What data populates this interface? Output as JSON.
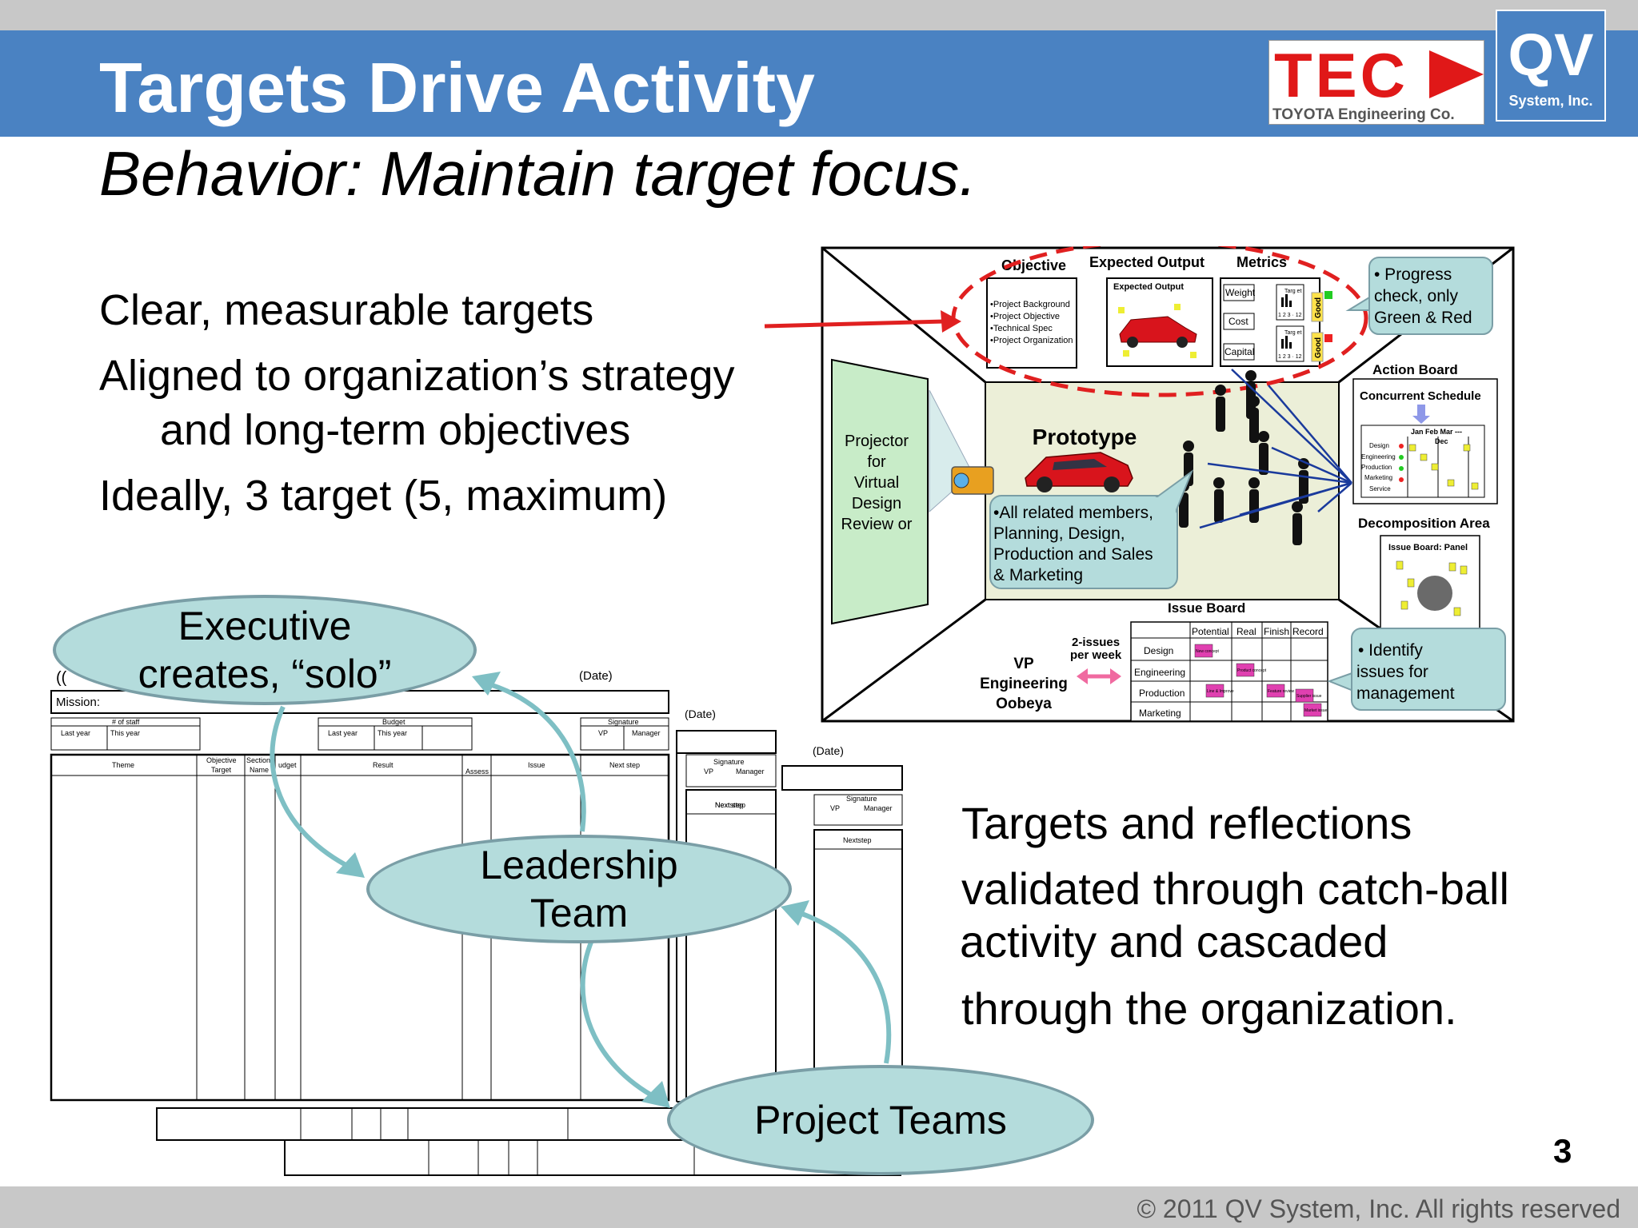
{
  "slide": {
    "title": "Targets Drive Activity",
    "subtitle": "Behavior:  Maintain target focus.",
    "bullets": [
      "Clear, measurable targets",
      "Aligned to organization’s strategy",
      "and long-term objectives",
      "Ideally, 3 target (5, maximum)"
    ],
    "paragraph_lines": [
      "Targets and reflections",
      "validated through catch-ball",
      "activity and cascaded",
      "through the organization."
    ],
    "page_number": "3",
    "copyright": "© 2011 QV System, Inc. All rights reserved"
  },
  "logos": {
    "tec_mark": "TEC",
    "tec_name": "TOYOTA Engineering Co.",
    "qv_mark": "QV",
    "qv_name": "System, Inc."
  },
  "flow": {
    "executive_1": "Executive",
    "executive_2": "creates, “solo”",
    "leadership_1": "Leadership",
    "leadership_2": "Team",
    "project": "Project Teams"
  },
  "forms": {
    "mission_label": "Mission:",
    "date": "(Date)",
    "staff": "# of staff",
    "last_year": "Last year",
    "this_year": "This year",
    "budget": "Budget",
    "signature": "Signature",
    "vp": "VP",
    "manager": "Manager",
    "theme": "Theme",
    "objective_target_1": "Objective",
    "objective_target_2": "Target",
    "section_name_1": "Section/",
    "section_name_2": "Name",
    "budget_col": "udget",
    "result": "Result",
    "assess": "Assess",
    "issue": "Issue",
    "next_step": "Next step",
    "next_step_short": "Nextstep",
    "cut_char": "(("
  },
  "obeya": {
    "objective": "Objective",
    "expected_output": "Expected Output",
    "metrics": "Metrics",
    "expected_output_small": "Expected Output",
    "objective_items": [
      "•Project Background",
      "•Project Objective",
      "•Technical Spec",
      "•Project Organization"
    ],
    "metric_items": [
      "Weight",
      "Cost",
      "Capital"
    ],
    "metric_target": "Targ et",
    "metric_axis": "1 2 3 · 12",
    "metric_good": "Good",
    "progress_callout": "•  Progress check, only Green & Red",
    "action_board": "Action Board",
    "concurrent_schedule": "Concurrent Schedule",
    "schedule_months": "Jan  Feb  Mar ---",
    "schedule_dec": "Dec",
    "schedule_rows": [
      "Design",
      "Engineering",
      "Production",
      "Marketing",
      "Service"
    ],
    "projector_label": "Projector for Virtual Design Review or meeting",
    "prototype": "Prototype",
    "members_callout": "•All related members, Planning, Design, Production and Sales & Marketing",
    "decomposition_area": "Decomposition Area",
    "issue_board_panel": "Issue Board: Panel",
    "issue_board": "Issue Board",
    "issue_cols": [
      "Potential",
      "Real",
      "Finish",
      "Record"
    ],
    "issue_rows": [
      "Design",
      "Engineering",
      "Production",
      "Marketing"
    ],
    "two_issues": "2-issues per week",
    "vp_room_1": "VP",
    "vp_room_2": "Engineering",
    "vp_room_3": "Oobeya",
    "identify_callout": "•  Identify issues for management decisions",
    "sticky_notes": [
      "New concept",
      "Product concept",
      "Line & Improve",
      "Feature review",
      "Supplier issue",
      "Market issue"
    ]
  },
  "colors": {
    "header_blue": "#4a82c2",
    "ellipse_fill": "#b4dcdc",
    "ellipse_border": "#7a9ea6",
    "arrow_teal": "#7ebfc4",
    "accent_red": "#e02020",
    "tec_red": "#e01818",
    "prototype_bg": "#ecefd8",
    "screen_green": "#c8ecc8"
  }
}
